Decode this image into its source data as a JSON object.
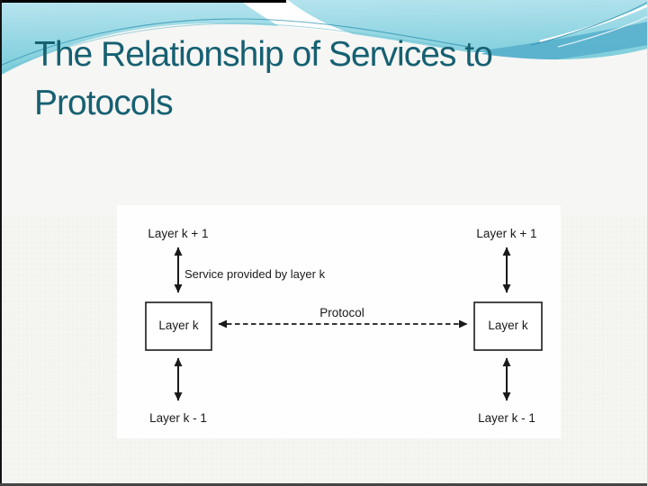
{
  "slide": {
    "title_lines": [
      "The Relationship of Services to",
      "Protocols"
    ],
    "title_color": "#166072"
  },
  "diagram": {
    "top_left_label": "Layer k + 1",
    "top_right_label": "Layer k + 1",
    "service_label": "Service provided by layer k",
    "protocol_label": "Protocol",
    "left_box_label": "Layer k",
    "right_box_label": "Layer k",
    "bottom_left_label": "Layer k - 1",
    "bottom_right_label": "Layer k - 1"
  },
  "theme": {
    "title_color": "#166072",
    "banner_cyan_light": "#b9e5ef",
    "banner_cyan_deep": "#79cbd8",
    "banner_dark_band": "#55aecb",
    "accent_line": "#2f93b0",
    "page_background": "#f5f5f2",
    "panel_background": "#fefefe",
    "diagram_ink": "#1a1a1a"
  }
}
